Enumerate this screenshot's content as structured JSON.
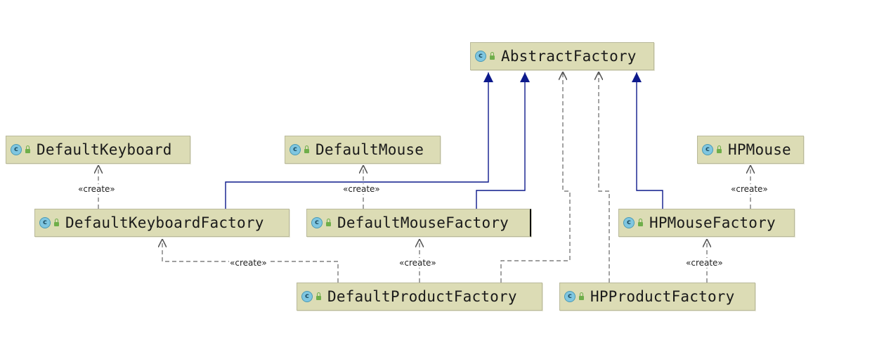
{
  "nodes": {
    "abstract_factory": "AbstractFactory",
    "default_keyboard": "DefaultKeyboard",
    "default_mouse": "DefaultMouse",
    "hp_mouse": "HPMouse",
    "default_keyboard_factory": "DefaultKeyboardFactory",
    "default_mouse_factory": "DefaultMouseFactory",
    "hp_mouse_factory": "HPMouseFactory",
    "default_product_factory": "DefaultProductFactory",
    "hp_product_factory": "HPProductFactory"
  },
  "stereotypes": {
    "create": "«create»"
  },
  "icons": {
    "class_icon": "class-icon",
    "class_icon_letter": "c",
    "visibility_icon": "lock-icon"
  },
  "colors": {
    "node_fill": "#dcdcb5",
    "inheritance_line": "#0d1a8c",
    "dependency_line": "#666666"
  }
}
